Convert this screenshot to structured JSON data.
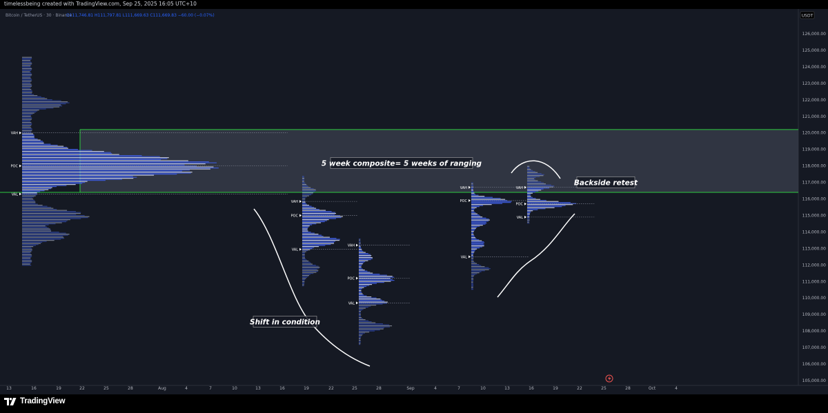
{
  "header": {
    "creator_line": "timelessbeing created with TradingView.com, Sep 25, 2025 16:05 UTC+10"
  },
  "legend": {
    "symbol": "Bitcoin / TetherUS · 30 · Binance",
    "ohlc": "O111,746.81  H111,797.81  L111,669.63  C111,669.83  −60.00 (−0.07%)"
  },
  "footer": {
    "brand": "TradingView"
  },
  "colors": {
    "background": "#151923",
    "profile_blue": "#3d5bd9",
    "profile_light": "#c9cfe0",
    "range_fill": "#3a3f4d",
    "range_border": "#2ecc40",
    "annotation": "#ffffff"
  },
  "chart_data": {
    "type": "volume_profile",
    "symbol": "Bitcoin / TetherUS",
    "timeframe": "30",
    "exchange": "Binance",
    "currency": "USDT",
    "ylim": [
      104600,
      126800
    ],
    "y_ticks": [
      "126,000.00",
      "125,000.00",
      "124,000.00",
      "123,000.00",
      "122,000.00",
      "121,000.00",
      "120,000.00",
      "119,000.00",
      "118,000.00",
      "117,000.00",
      "116,000.00",
      "115,000.00",
      "114,000.00",
      "113,000.00",
      "112,000.00",
      "111,000.00",
      "110,000.00",
      "109,000.00",
      "108,000.00",
      "107,000.00",
      "106,000.00",
      "105,000.00"
    ],
    "x_ticks": [
      "13",
      "16",
      "19",
      "22",
      "25",
      "28",
      "Aug",
      "4",
      "7",
      "10",
      "13",
      "16",
      "19",
      "22",
      "25",
      "28",
      "Sep",
      "4",
      "7",
      "10",
      "13",
      "16",
      "19",
      "22",
      "25",
      "28",
      "Oct",
      "4"
    ],
    "range_box": {
      "top": 120200,
      "bottom": 116400
    },
    "profiles": [
      {
        "name": "composite",
        "vah": 120000,
        "poc": 118000,
        "val": 116300,
        "top": 124600,
        "bottom": 112000
      },
      {
        "name": "profile-2",
        "vah": 115850,
        "poc": 115000,
        "val": 112950,
        "top": 117400,
        "bottom": 110700
      },
      {
        "name": "profile-3",
        "vah": 113200,
        "poc": 111200,
        "val": 109700,
        "top": 113600,
        "bottom": 107200
      },
      {
        "name": "profile-4",
        "vah": 116700,
        "poc": 115900,
        "val": 112500,
        "top": 117000,
        "bottom": 110500
      },
      {
        "name": "profile-5",
        "vah": 116700,
        "poc": 115700,
        "val": 114900,
        "top": 118000,
        "bottom": 114500
      }
    ],
    "level_labels": {
      "vah": "VAH",
      "poc": "POC",
      "val": "VAL"
    },
    "annotations": [
      {
        "text": "5 week composite= 5 weeks of ranging"
      },
      {
        "text": "Shift in condition"
      },
      {
        "text": "Backside retest"
      }
    ]
  }
}
